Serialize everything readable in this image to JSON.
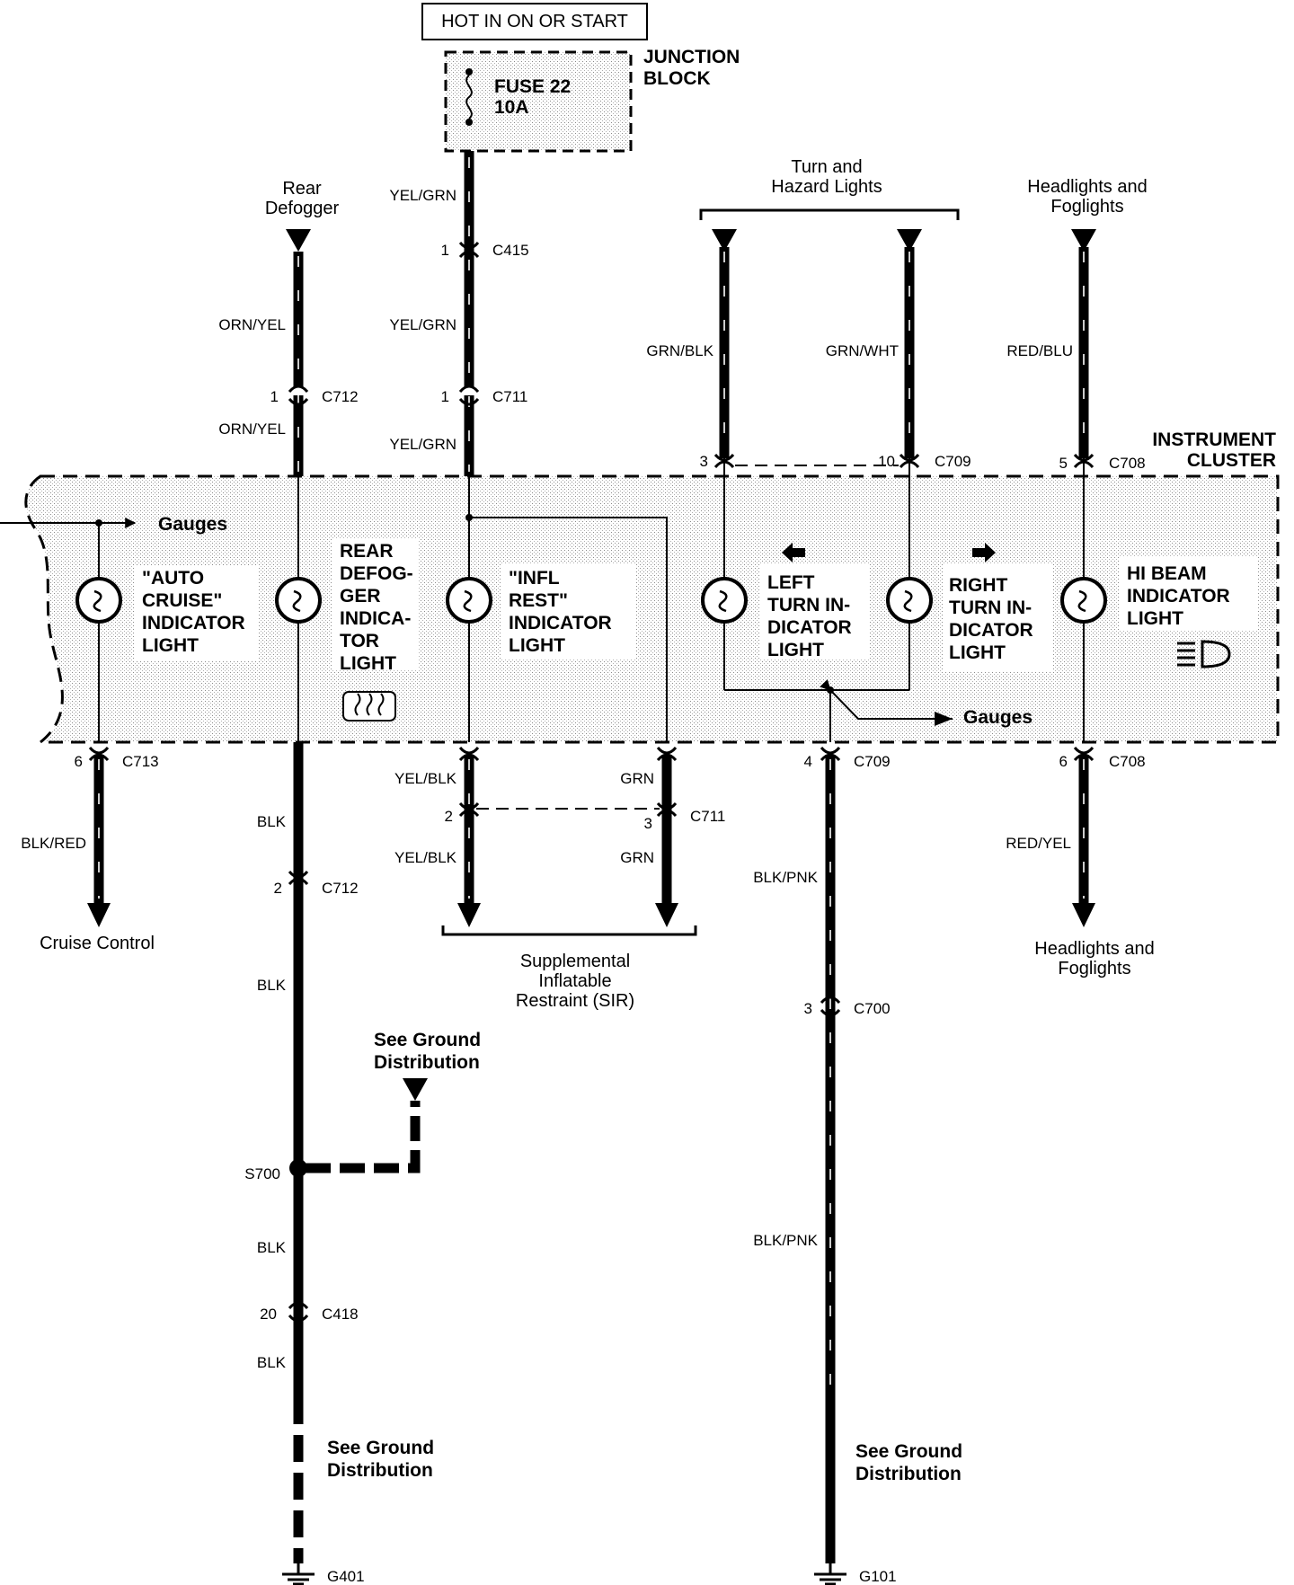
{
  "power": {
    "source_label": "HOT IN ON OR START",
    "junction_block": [
      "JUNCTION",
      "BLOCK"
    ],
    "fuse": [
      "FUSE 22",
      "10A"
    ]
  },
  "cluster": {
    "title": [
      "INSTRUMENT",
      "CLUSTER"
    ],
    "gauges_top": "Gauges",
    "gauges_bottom": "Gauges"
  },
  "lamps": {
    "auto_cruise": [
      "\"AUTO",
      "CRUISE\"",
      "INDICATOR",
      "LIGHT"
    ],
    "rear_defog": [
      "REAR",
      "DEFOG-",
      "GER",
      "INDICA-",
      "TOR",
      "LIGHT"
    ],
    "infl_rest": [
      "\"INFL",
      "REST\"",
      "INDICATOR",
      "LIGHT"
    ],
    "left_turn": [
      "LEFT",
      "TURN IN-",
      "DICATOR",
      "LIGHT"
    ],
    "right_turn": [
      "RIGHT",
      "TURN IN-",
      "DICATOR",
      "LIGHT"
    ],
    "hi_beam": [
      "HI BEAM",
      "INDICATOR",
      "LIGHT"
    ]
  },
  "destinations": {
    "rear_defogger": [
      "Rear",
      "Defogger"
    ],
    "turn_hazard": [
      "Turn and",
      "Hazard Lights"
    ],
    "headlights_top": [
      "Headlights and",
      "Foglights"
    ],
    "headlights_bottom": [
      "Headlights and",
      "Foglights"
    ],
    "cruise_control": "Cruise Control",
    "sir": [
      "Supplemental",
      "Inflatable",
      "Restraint (SIR)"
    ],
    "ground_s700": [
      "See Ground",
      "Distribution"
    ],
    "ground_g401": [
      "See Ground",
      "Distribution"
    ],
    "ground_g101": [
      "See Ground",
      "Distribution"
    ]
  },
  "wires": {
    "yel_grn": "YEL/GRN",
    "orn_yel": "ORN/YEL",
    "grn_blk": "GRN/BLK",
    "grn_wht": "GRN/WHT",
    "red_blu": "RED/BLU",
    "blk_red": "BLK/RED",
    "blk": "BLK",
    "yel_blk": "YEL/BLK",
    "grn": "GRN",
    "blk_pnk": "BLK/PNK",
    "red_yel": "RED/YEL"
  },
  "connectors": {
    "c415": {
      "name": "C415",
      "pin": "1"
    },
    "c711_defog_pin": "1",
    "c712_top": {
      "name": "C712",
      "pin": "1"
    },
    "c711_top": {
      "name": "C711",
      "pin": "1"
    },
    "c709_top": {
      "name": "C709",
      "pin_left": "3",
      "pin_right": "10"
    },
    "c708_top": {
      "name": "C708",
      "pin": "5"
    },
    "c713": {
      "name": "C713",
      "pin": "6"
    },
    "c709_bottom": {
      "name": "C709",
      "pin": "4"
    },
    "c708_bottom": {
      "name": "C708",
      "pin": "6"
    },
    "c711_bottom": {
      "name": "C711",
      "pin_left": "2",
      "pin_right": "3"
    },
    "c712_bottom": {
      "name": "C712",
      "pin": "2"
    },
    "c700": {
      "name": "C700",
      "pin": "3"
    },
    "c418": {
      "name": "C418",
      "pin": "20"
    },
    "s700": "S700",
    "g401": "G401",
    "g101": "G101"
  }
}
